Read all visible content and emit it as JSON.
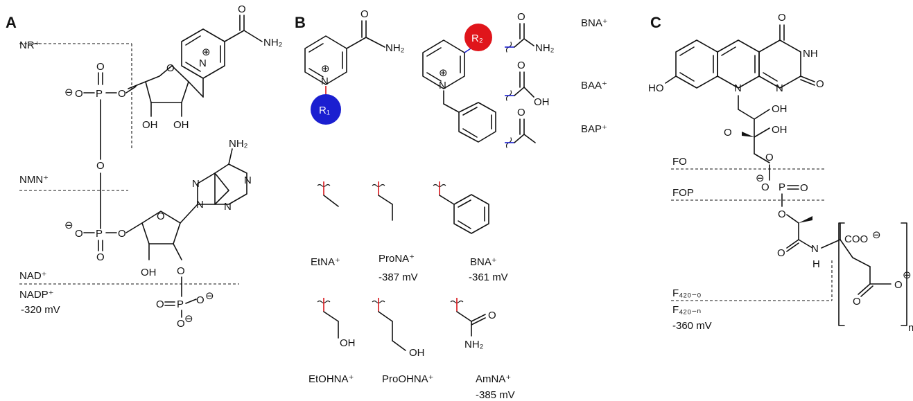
{
  "panels": {
    "a": "A",
    "b": "B",
    "c": "C"
  },
  "panel_a": {
    "nr": "NR⁺",
    "nmn": "NMN⁺",
    "nad": "NAD⁺",
    "nadp": "NADP⁺",
    "potential": "-320 mV",
    "atoms": {
      "o": "O",
      "p": "P",
      "oh": "OH",
      "n": "N",
      "nh2": "NH₂",
      "minus": "⊖",
      "plus": "⊕"
    }
  },
  "panel_b": {
    "scaffold_r1": "R₁",
    "scaffold_r2": "R₂",
    "r2_groups": [
      {
        "label": "BNA⁺"
      },
      {
        "label": "BAA⁺"
      },
      {
        "label": "BAP⁺"
      }
    ],
    "analogs": [
      {
        "name": "EtNA⁺",
        "potential": ""
      },
      {
        "name": "ProNA⁺",
        "potential": "-387 mV"
      },
      {
        "name": "BNA⁺",
        "potential": "-361 mV"
      },
      {
        "name": "EtOHNA⁺",
        "potential": ""
      },
      {
        "name": "ProOHNA⁺",
        "potential": ""
      },
      {
        "name": "AmNA⁺",
        "potential": "-385 mV"
      }
    ]
  },
  "panel_c": {
    "fo": "FO",
    "fop": "FOP",
    "f420_0": "F₄₂₀₋₀",
    "f420_n": "F₄₂₀₋ₙ",
    "potential": "-360 mV",
    "ho": "HO",
    "nh": "NH",
    "h": "H",
    "coo": "COO",
    "n_sub": "n"
  },
  "colors": {
    "r1_fill": "#1b1fd0",
    "r2_fill": "#e0151b",
    "red_bond": "#d8151a",
    "blue_bond": "#1b1fd0"
  }
}
